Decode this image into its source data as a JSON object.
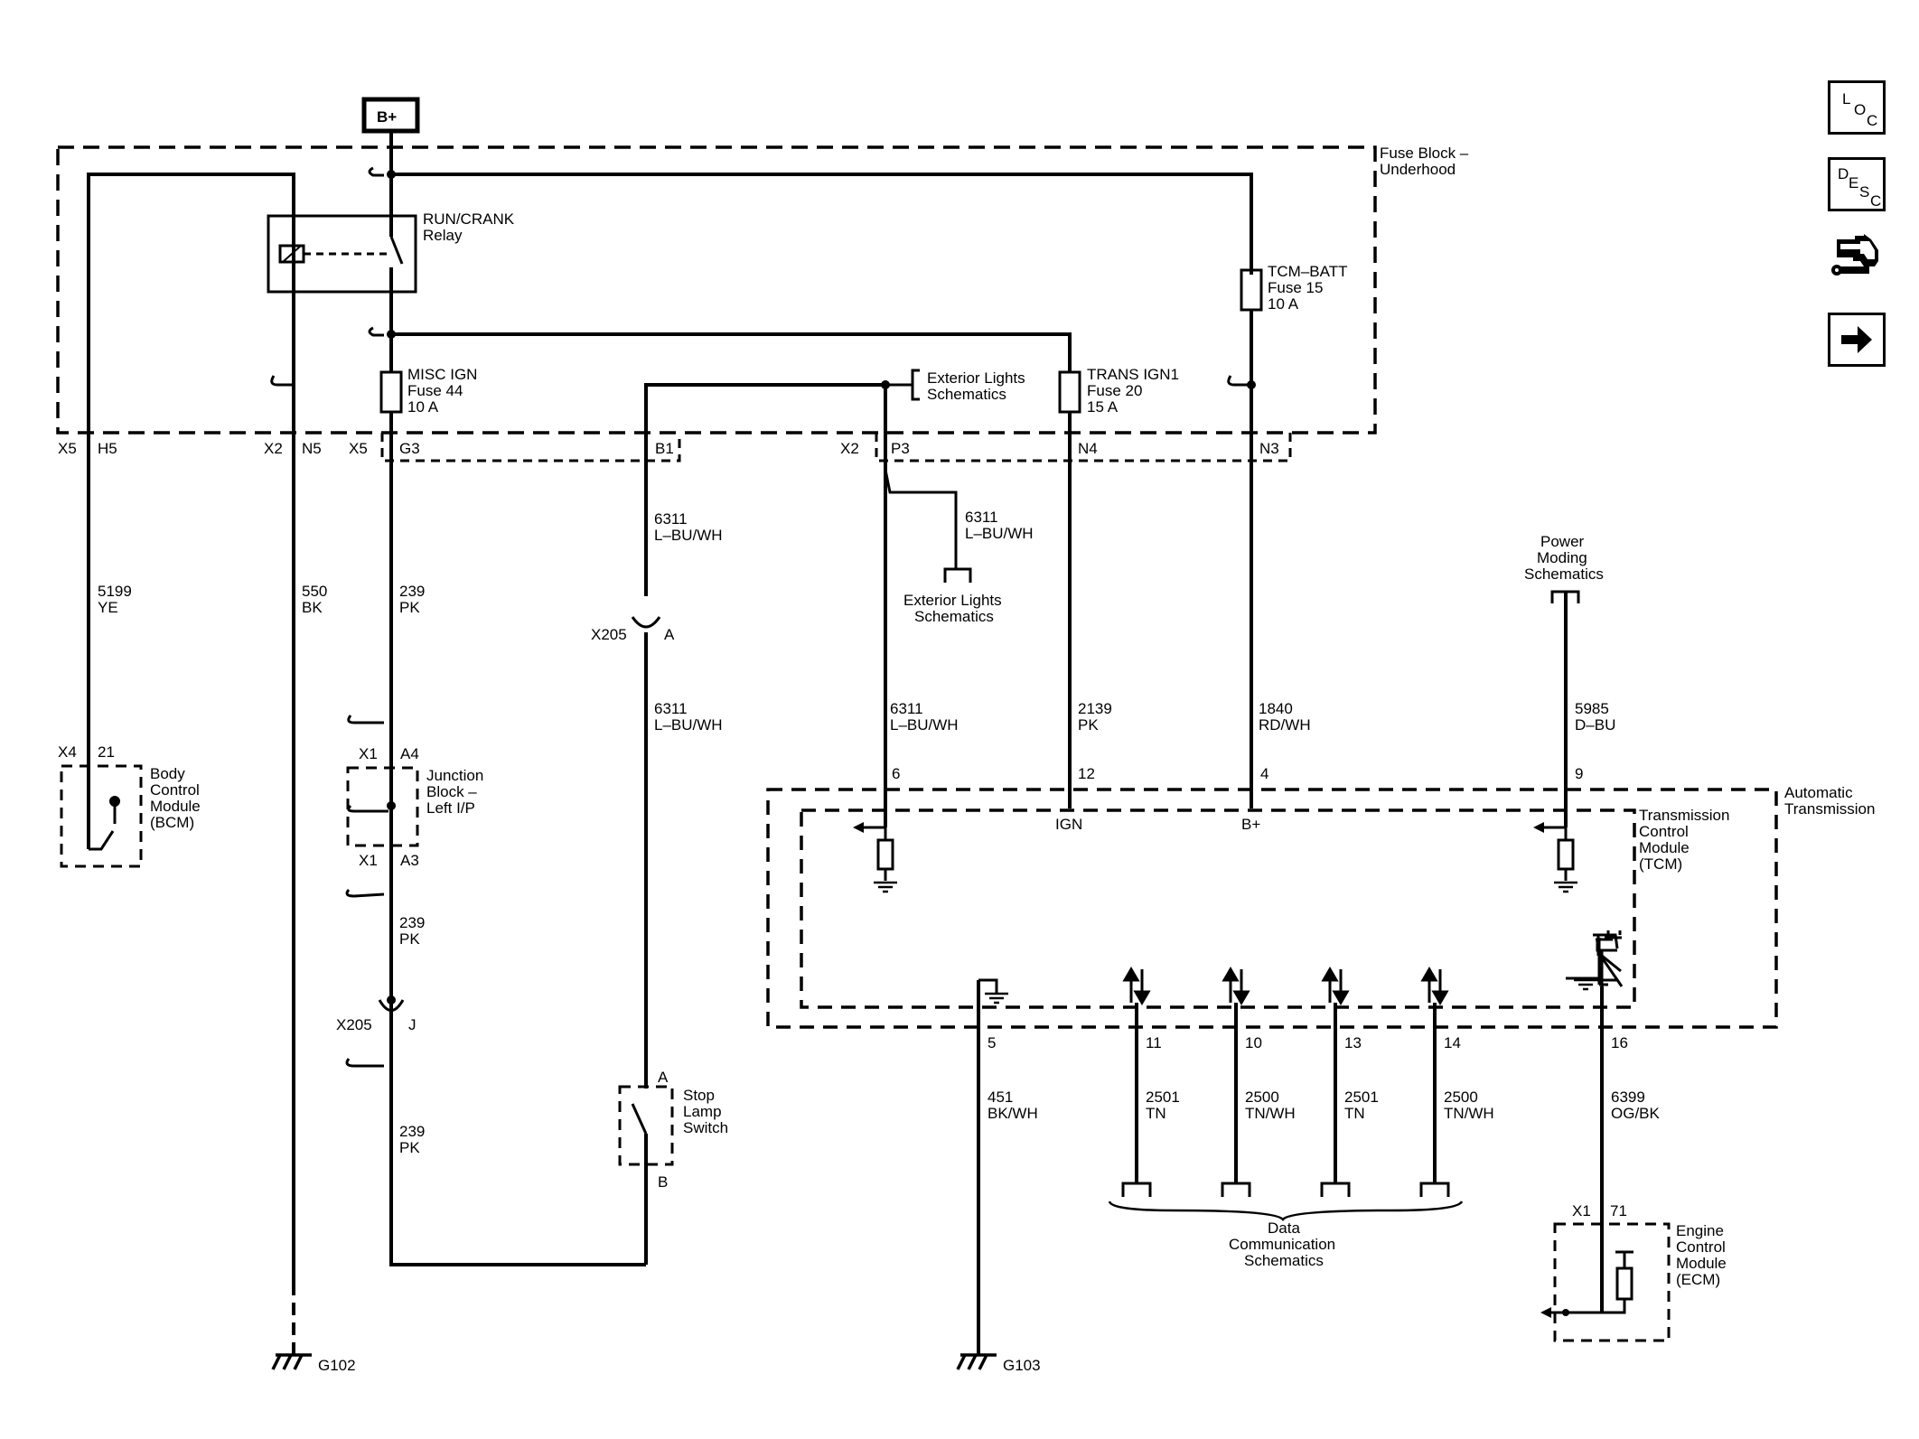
{
  "power": {
    "b_plus": "B+"
  },
  "nav": {
    "loc": {
      "l1": "L",
      "l2": "O",
      "l3": "C"
    },
    "desc": {
      "l1": "D",
      "l2": "E",
      "l3": "S",
      "l4": "C"
    },
    "connector_icon": "connector-view-icon",
    "next_icon": "right-arrow-icon"
  },
  "fuse_block": {
    "title_l1": "Fuse Block –",
    "title_l2": "Underhood"
  },
  "relay": {
    "l1": "RUN/CRANK",
    "l2": "Relay"
  },
  "fuses": {
    "tcm_batt": {
      "l1": "TCM–BATT",
      "l2": "Fuse 15",
      "l3": "10 A"
    },
    "misc_ign": {
      "l1": "MISC IGN",
      "l2": "Fuse 44",
      "l3": "10 A"
    },
    "trans_ign1": {
      "l1": "TRANS IGN1",
      "l2": "Fuse 20",
      "l3": "15 A"
    }
  },
  "refs": {
    "ext_lights_1": {
      "l1": "Exterior Lights",
      "l2": "Schematics"
    },
    "ext_lights_2": {
      "l1": "Exterior Lights",
      "l2": "Schematics"
    },
    "power_moding": {
      "l1": "Power",
      "l2": "Moding",
      "l3": "Schematics"
    },
    "data_comm": {
      "l1": "Data",
      "l2": "Communication",
      "l3": "Schematics"
    }
  },
  "pins": {
    "x5a": "X5",
    "h5": "H5",
    "x2a": "X2",
    "n5": "N5",
    "x5b": "X5",
    "g3": "G3",
    "b1": "B1",
    "x2b": "X2",
    "p3": "P3",
    "n4": "N4",
    "n3": "N3"
  },
  "wires": {
    "w5199": {
      "num": "5199",
      "color": "YE"
    },
    "w550": {
      "num": "550",
      "color": "BK"
    },
    "w239a": {
      "num": "239",
      "color": "PK"
    },
    "w239b": {
      "num": "239",
      "color": "PK"
    },
    "w239c": {
      "num": "239",
      "color": "PK"
    },
    "w6311a": {
      "num": "6311",
      "color": "L–BU/WH"
    },
    "w6311b": {
      "num": "6311",
      "color": "L–BU/WH"
    },
    "w6311c": {
      "num": "6311",
      "color": "L–BU/WH"
    },
    "w6311d": {
      "num": "6311",
      "color": "L–BU/WH"
    },
    "w2139": {
      "num": "2139",
      "color": "PK"
    },
    "w1840": {
      "num": "1840",
      "color": "RD/WH"
    },
    "w5985": {
      "num": "5985",
      "color": "D–BU"
    },
    "w451": {
      "num": "451",
      "color": "BK/WH"
    },
    "w2501a": {
      "num": "2501",
      "color": "TN"
    },
    "w2500a": {
      "num": "2500",
      "color": "TN/WH"
    },
    "w2501b": {
      "num": "2501",
      "color": "TN"
    },
    "w2500b": {
      "num": "2500",
      "color": "TN/WH"
    },
    "w6399": {
      "num": "6399",
      "color": "OG/BK"
    }
  },
  "bcm": {
    "conn": "X4",
    "pin": "21",
    "l1": "Body",
    "l2": "Control",
    "l3": "Module",
    "l4": "(BCM)"
  },
  "junction": {
    "x1a": "X1",
    "a4": "A4",
    "x1b": "X1",
    "a3": "A3",
    "l1": "Junction",
    "l2": "Block –",
    "l3": "Left I/P"
  },
  "x205": {
    "conn_a": "X205",
    "pin_a": "A",
    "conn_j": "X205",
    "pin_j": "J"
  },
  "stop_lamp": {
    "pin_a": "A",
    "pin_b": "B",
    "l1": "Stop",
    "l2": "Lamp",
    "l3": "Switch"
  },
  "auto_trans": {
    "l1": "Automatic",
    "l2": "Transmission"
  },
  "tcm": {
    "l1": "Transmission",
    "l2": "Control",
    "l3": "Module",
    "l4": "(TCM)",
    "pin6": "6",
    "pin12": "12",
    "pin4": "4",
    "pin9": "9",
    "ign": "IGN",
    "bplus": "B+",
    "pin5": "5",
    "pin11": "11",
    "pin10": "10",
    "pin13": "13",
    "pin14": "14",
    "pin16": "16"
  },
  "ecm": {
    "conn": "X1",
    "pin": "71",
    "l1": "Engine",
    "l2": "Control",
    "l3": "Module",
    "l4": "(ECM)"
  },
  "grounds": {
    "g102": "G102",
    "g103": "G103"
  }
}
